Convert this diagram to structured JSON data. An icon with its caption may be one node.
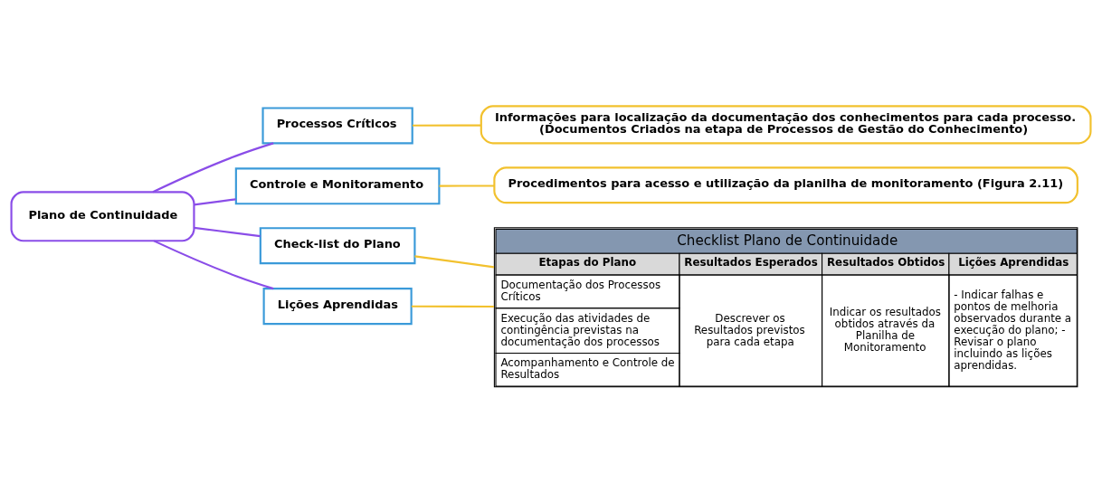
{
  "diagram": {
    "nodes": [
      {
        "text": [
          "Plano de Continuidade"
        ]
      },
      {
        "text": [
          "Processos Críticos"
        ]
      },
      {
        "text": [
          "Controle e Monitoramento"
        ]
      },
      {
        "text": [
          "Check-list do Plano"
        ]
      },
      {
        "text": [
          "Lições Aprendidas"
        ]
      },
      {
        "text": [
          "Informações para localização da documentação dos conhecimentos para cada processo.",
          "(Documentos Criados na etapa de Processos de Gestão do Conhecimento)"
        ]
      },
      {
        "text": [
          "Procedimentos para acesso e utilização da planilha de monitoramento (Figura 2.11)"
        ]
      },
      {
        "text": [
          "Checklist Plano de Continuidade",
          "Etapas do Plano",
          "Resultados Esperados",
          "Resultados Obtidos",
          "Lições Aprendidas",
          "Documentação dos Processos Críticos",
          "Descrever os Resultados previstos para cada etapa",
          "Indicar os resultados obtidos através da Planilha de Monitoramento",
          "- Indicar falhas e pontos de melhoria observados durante a execução do plano; - Revisar o plano incluindo as lições aprendidas.",
          "Execução das atividades de contingência previstas na documentação dos processos",
          "Acompanhamento e Controle de Resultados"
        ]
      }
    ],
    "edges": [
      {
        "from": 0,
        "to": 1,
        "arrow": "none",
        "color": "#8a4de8"
      },
      {
        "from": 0,
        "to": 2,
        "arrow": "none",
        "color": "#8a4de8"
      },
      {
        "from": 0,
        "to": 3,
        "arrow": "none",
        "color": "#8a4de8"
      },
      {
        "from": 0,
        "to": 4,
        "arrow": "none",
        "color": "#8a4de8"
      },
      {
        "from": 1,
        "to": 5,
        "arrow": "none",
        "color": "#f2c12e"
      },
      {
        "from": 2,
        "to": 6,
        "arrow": "none",
        "color": "#f2c12e"
      },
      {
        "from": 3,
        "to": 7,
        "arrow": "none",
        "color": "#f2c12e"
      },
      {
        "from": 4,
        "to": 7,
        "arrow": "none",
        "color": "#f2c12e"
      }
    ]
  }
}
